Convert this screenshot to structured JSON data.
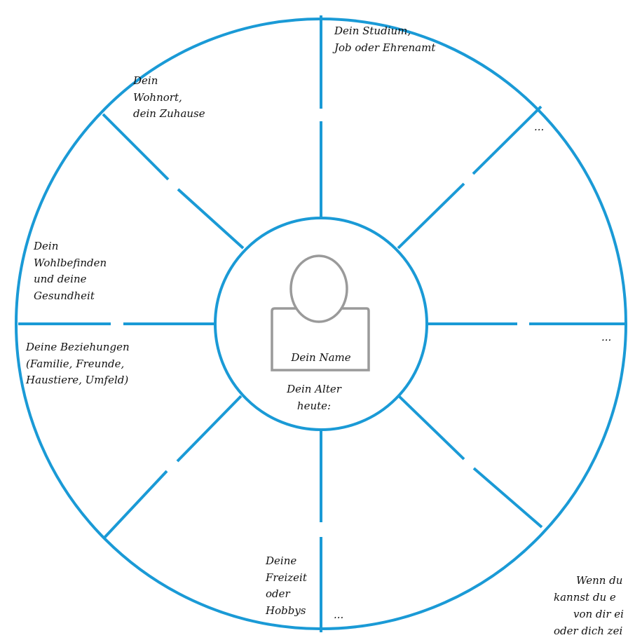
{
  "colors": {
    "wheel": "#1a9ad6",
    "avatar": "#9a9a9a",
    "text": "#111111"
  },
  "center": {
    "name_label": "Dein Name",
    "age_label_1": "Dein Alter",
    "age_label_2": "heute:"
  },
  "segments": {
    "work": [
      "Dein Studium,",
      "Job oder Ehrenamt"
    ],
    "home": [
      "Dein",
      "Wohnort,",
      "dein Zuhause"
    ],
    "health": [
      "Dein",
      "Wohlbefinden",
      "und deine",
      "Gesundheit"
    ],
    "relations": [
      "Deine Beziehungen",
      "(Familie, Freunde,",
      "Haustiere, Umfeld)"
    ],
    "leisure": [
      "Deine",
      "Freizeit",
      "oder",
      "Hobbys"
    ],
    "more_top_right": "...",
    "more_right": "...",
    "more_bottom": "..."
  },
  "note": [
    "Wenn du",
    "kannst du e",
    "von dir ei",
    "oder dich zei"
  ],
  "icons": {
    "avatar": "person-silhouette-icon"
  }
}
